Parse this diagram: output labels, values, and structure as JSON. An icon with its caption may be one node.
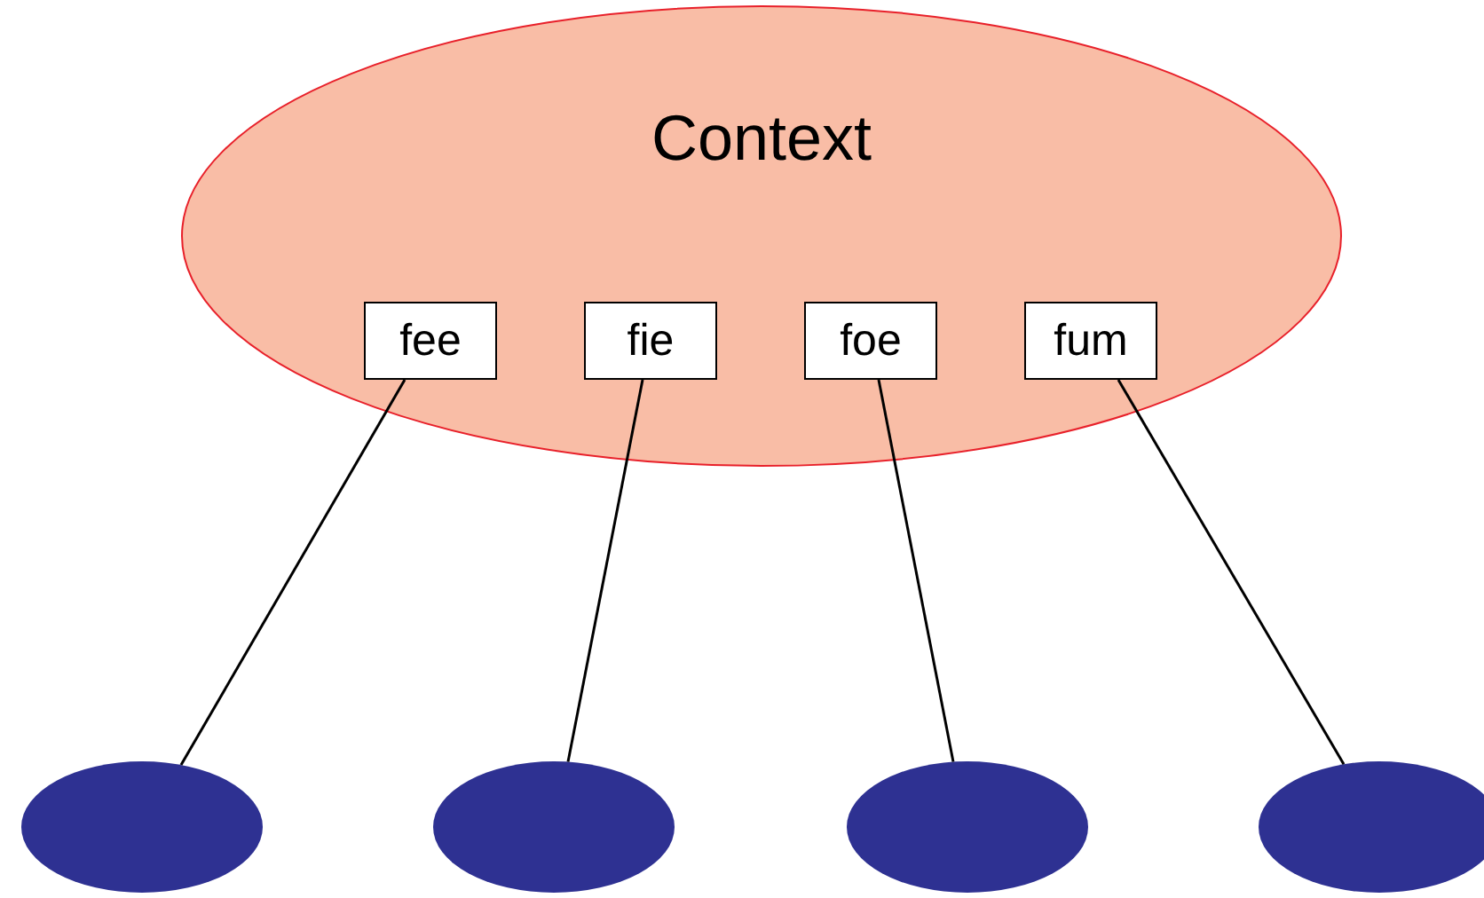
{
  "diagram": {
    "nodes": [
      {
        "text": [
          "Context"
        ]
      },
      {
        "text": [
          "fee"
        ],
        "in": 0
      },
      {
        "text": [
          "fie"
        ],
        "in": 0
      },
      {
        "text": [
          "foe"
        ],
        "in": 0
      },
      {
        "text": [
          "fum"
        ],
        "in": 0
      },
      {
        "text": [],
        "shape": "ellipse"
      },
      {
        "text": [],
        "shape": "ellipse"
      },
      {
        "text": [],
        "shape": "ellipse"
      },
      {
        "text": [],
        "shape": "ellipse"
      }
    ],
    "edges": [
      {
        "from": 1,
        "to": 5,
        "arrow": "none"
      },
      {
        "from": 2,
        "to": 6,
        "arrow": "none"
      },
      {
        "from": 3,
        "to": 7,
        "arrow": "none"
      },
      {
        "from": 4,
        "to": 8,
        "arrow": "none"
      }
    ]
  }
}
